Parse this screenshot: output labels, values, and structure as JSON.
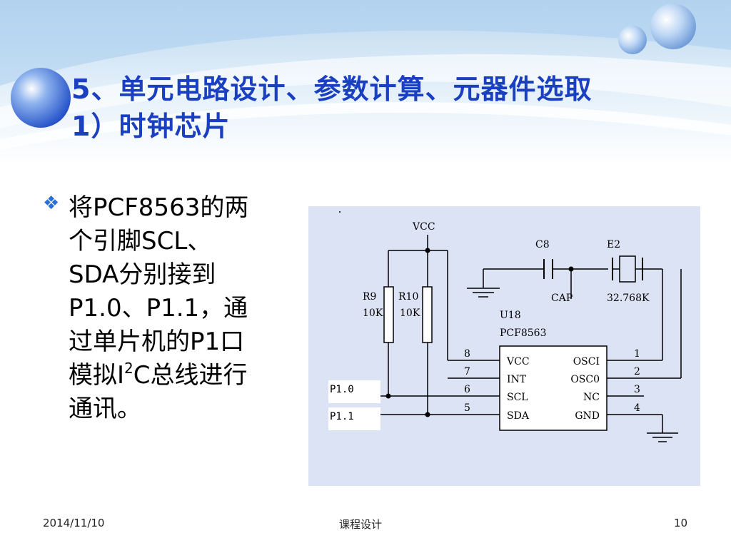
{
  "slide": {
    "title_line1": "5、单元电路设计、参数计算、元器件选取",
    "title_line2": "1）时钟芯片",
    "bullet": {
      "icon": "diamond-bullet-icon",
      "line1": "将PCF8563的两",
      "line2": "个引脚SCL、",
      "line3": "SDA分别接到",
      "line4": "P1.0、P1.1，通",
      "line5": "过单片机的P1口",
      "line6_pre": "模拟I",
      "line6_sup": "2",
      "line6_post": "C总线进行",
      "line7": "通讯。"
    }
  },
  "circuit": {
    "vcc": "VCC",
    "r9_name": "R9",
    "r9_value": "10K",
    "r10_name": "R10",
    "r10_value": "10K",
    "c8": "C8",
    "cap": "CAP",
    "e2": "E2",
    "crystal": "32.768K",
    "u18": "U18",
    "chip": "PCF8563",
    "pins_left": [
      {
        "name": "VCC",
        "num": "8"
      },
      {
        "name": "INT",
        "num": "7"
      },
      {
        "name": "SCL",
        "num": "6"
      },
      {
        "name": "SDA",
        "num": "5"
      }
    ],
    "pins_right": [
      {
        "name": "OSCI",
        "num": "1"
      },
      {
        "name": "OSC0",
        "num": "2"
      },
      {
        "name": "NC",
        "num": "3"
      },
      {
        "name": "GND",
        "num": "4"
      }
    ],
    "port_p10": "P1.0",
    "port_p11": "P1.1"
  },
  "footer": {
    "date": "2014/11/10",
    "course": "课程设计",
    "page": "10"
  },
  "colors": {
    "title": "#1a3fc0",
    "bullet": "#2a6fd6",
    "circuit_bg": "#dce3f4"
  }
}
